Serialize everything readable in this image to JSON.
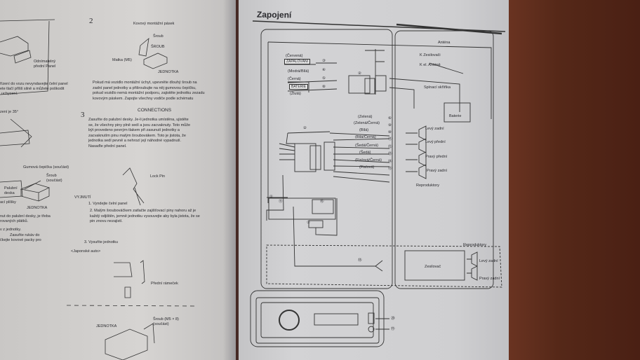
{
  "left_page": {
    "step2_number": "2",
    "step3_number": "3",
    "labels": {
      "metal_strap": "Kovový montážní pásek",
      "screw": "Šroub",
      "screw_caps": "ŠROUB",
      "nut": "Matka (M5)",
      "unit": "JEDNOTKA",
      "detachable_panel": "Odnímatelný přední Panel",
      "rubber_cap": "Gumová čepička (součást)",
      "screw_part": "Šroub (součást)",
      "dashboard": "Palubní deska",
      "lock_pin": "Lock Pin",
      "front_frame": "Přední rámeček",
      "screw_m5": "Šroub (M5 × 8) (součást)",
      "unit2": "JEDNOTKA",
      "unit3": "JEDNOTKA"
    },
    "step2_text": "Pokud má vozidlo montážní úchyt, upevněte dlouhý šroub na zadní panel jednotky a přišroubujte na něj gumovou čepičku, pokud vozidlo nemá montážní podporu, zajistěte jednotku zezadu kovovým páskem. Zapojte všechny vodiče podle schématu",
    "connections_heading": "CONNECTIONS",
    "step3_text": "Zasuňte do palubní desky. Je-li jednotka umístěna, ujistěte se, že všechny piny plně sedí a jsou zacvaknuty. Toto může být provedeno pevným tlakem při zasunutí jednotky a zacvaknutím pinu malým šroubovákem. Toto je jistota, že jednotka sedí pevně a nehrozí její náhodné vypadnutí. Nasaďte přední panel.",
    "removal_heading": "VYJMUTÍ",
    "removal_steps": [
      "1. Vyndejte čelní panel",
      "2. Malým šroubováčkem zatlačte zajišťovací piny nahoru až je každý odjištěn, jemně jednotku vysouvejte aby byla jistota, že se pin znovu nezajistí.",
      "3. Vysuňte jednotku"
    ],
    "japanese_car": "<Japonské auto>",
    "edge_texts": [
      "řízení do vozu nevyndavejte čelní panel",
      "ete tlačí příliš silně a můžete poškodit",
      "uchycení.",
      "zení je 35°",
      "ací plíšky",
      "nut do palubní desky, je třeba",
      "rovaných plátků.",
      "v z jednotky.",
      "Zasuňte rukáv do",
      "čkejte kovové packy pro"
    ]
  },
  "right_page": {
    "title": "Zapojení",
    "wire_labels": [
      "(Červená)",
      "(Modrá/Bílá)",
      "(Černá)",
      "(Žlutá)"
    ],
    "ignition_box": "ZAPALOVÁNÍ",
    "battery_box": "BATERIE",
    "speaker_wires": [
      "(Zelená)",
      "(Zelená/Černá)",
      "(Bílá)",
      "(Bílá/Černá)",
      "(Šedá/Černá)",
      "(Šedá)",
      "(Fialová/Černá)",
      "(Fialová)"
    ],
    "speaker_numbers": [
      "⑥",
      "⑨",
      "⑩",
      "⑪",
      "⑫",
      "⑬",
      "⑭",
      "⑮"
    ],
    "top_numbers": [
      "③",
      "④",
      "⑤",
      "⑧",
      "⑤",
      "②"
    ],
    "right_labels": {
      "antenna": "Anténa",
      "to_amp": "K Zesilovači",
      "to_el_antenna": "K el. Anténě",
      "ignition_switch": "Spínací skříňka",
      "battery": "Baterie",
      "left_rear": "Levý zadní",
      "left_front": "Levý přední",
      "right_front": "Pravý přední",
      "right_rear": "Pravý zadní",
      "speakers": "Reproduktory",
      "speakers2": "Reproduktory",
      "amplifier": "Zesilovač",
      "left_rear2": "Levý zadní",
      "right_rear2": "Pravý zadní"
    },
    "bottom_numbers": [
      "①",
      "⑪",
      "⑯",
      "⑦",
      "⑱",
      "⑳",
      "⑲"
    ]
  }
}
